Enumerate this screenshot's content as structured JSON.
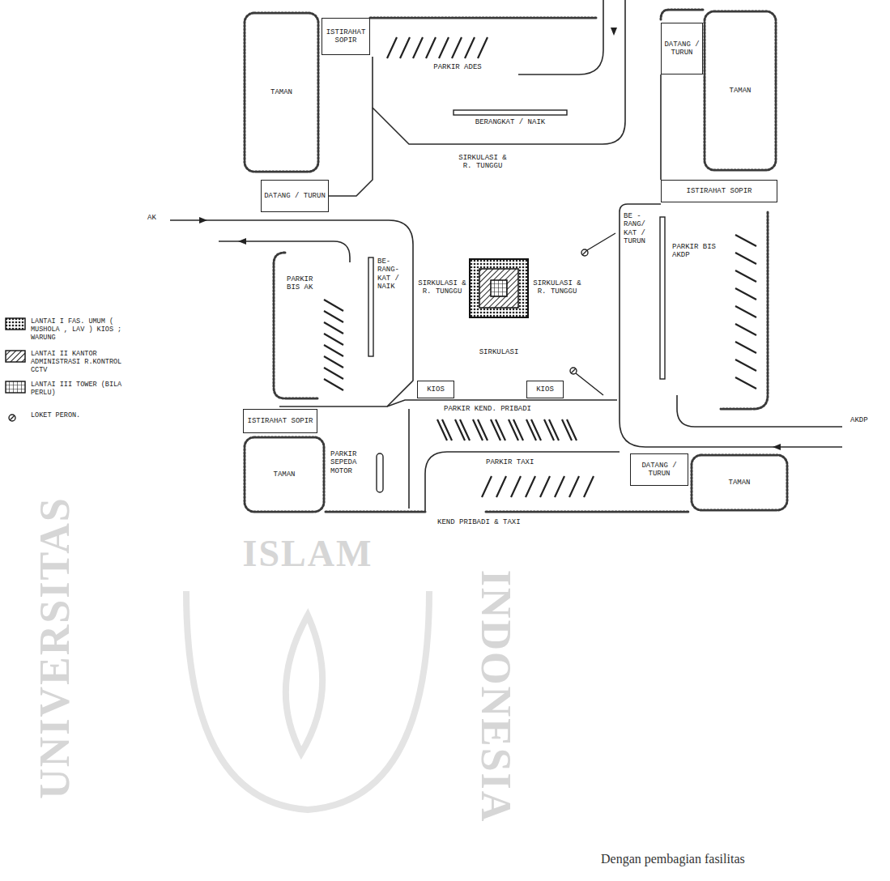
{
  "diagram": {
    "nodes": [
      {
        "text": [
          "TAMAN"
        ]
      },
      {
        "text": [
          "ISTIRAHAT SOPIR"
        ]
      },
      {
        "text": [
          "DATANG / TURUN"
        ]
      },
      {
        "text": [
          "TAMAN"
        ]
      },
      {
        "text": [
          "DATANG / TURUN"
        ]
      },
      {
        "text": [
          "ISTIRAHAT SOPIR"
        ]
      },
      {
        "text": [
          "ISTIRAHAT SOPIR"
        ]
      },
      {
        "text": [
          "TAMAN"
        ]
      },
      {
        "text": [
          "KIOS"
        ]
      },
      {
        "text": [
          "KIOS"
        ]
      },
      {
        "text": [
          "DATANG / TURUN"
        ]
      },
      {
        "text": [
          "TAMAN"
        ]
      }
    ],
    "labels": [
      "PARKIR ADES",
      "BERANGKAT / NAIK",
      "SIRKULASI & R. TUNGGU",
      "AK",
      "BE- RANG- KAT / NAIK",
      "PARKIR BIS AK",
      "SIRKULASI & R. TUNGGU",
      "SIRKULASI & R. TUNGGU",
      "BE - RANG/ KAT / TURUN",
      "PARKIR BIS AKDP",
      "AKDP",
      "SIRKULASI",
      "PARKIR KEND. PRIBADI",
      "PARKIR SEPEDA MOTOR",
      "PARKIR TAXI",
      "KEND PRIBADI & TAXI",
      "ISLAM",
      "UNIVERSITAS",
      "INDONESIA",
      "Dengan pembagian fasilitas"
    ],
    "legend": [
      {
        "text": "LANTAI I FAS. UMUM ( MUSHOLA , LAV ) KIOS ; WARUNG"
      },
      {
        "text": "LANTAI II KANTOR ADMINISTRASI R.KONTROL CCTV"
      },
      {
        "text": "LANTAI III TOWER (BILA PERLU)"
      },
      {
        "text": "LOKET PERON."
      }
    ]
  }
}
